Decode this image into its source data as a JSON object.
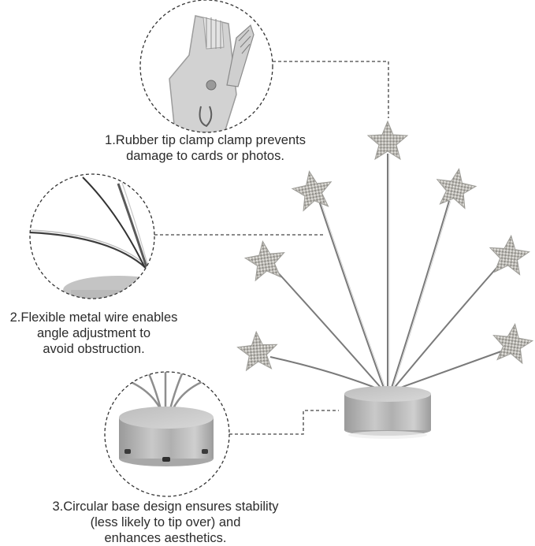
{
  "features": [
    {
      "id": 1,
      "detail": "clamp-closeup",
      "lines": [
        "1.Rubber tip clamp clamp prevents",
        "damage to cards or photos."
      ]
    },
    {
      "id": 2,
      "detail": "wire-closeup",
      "lines": [
        "2.Flexible metal wire enables",
        "angle adjustment to",
        "avoid obstruction."
      ]
    },
    {
      "id": 3,
      "detail": "base-closeup",
      "lines": [
        "3.Circular base design ensures stability",
        "(less likely to tip over) and",
        "enhances aesthetics."
      ]
    }
  ],
  "product": {
    "name": "star photo holder",
    "star_count": 7
  },
  "colors": {
    "background": "#ffffff",
    "text": "#2b2b2b",
    "dash": "#333333",
    "metal": "#a9a9a9",
    "glitter": "#c8c8c4"
  }
}
